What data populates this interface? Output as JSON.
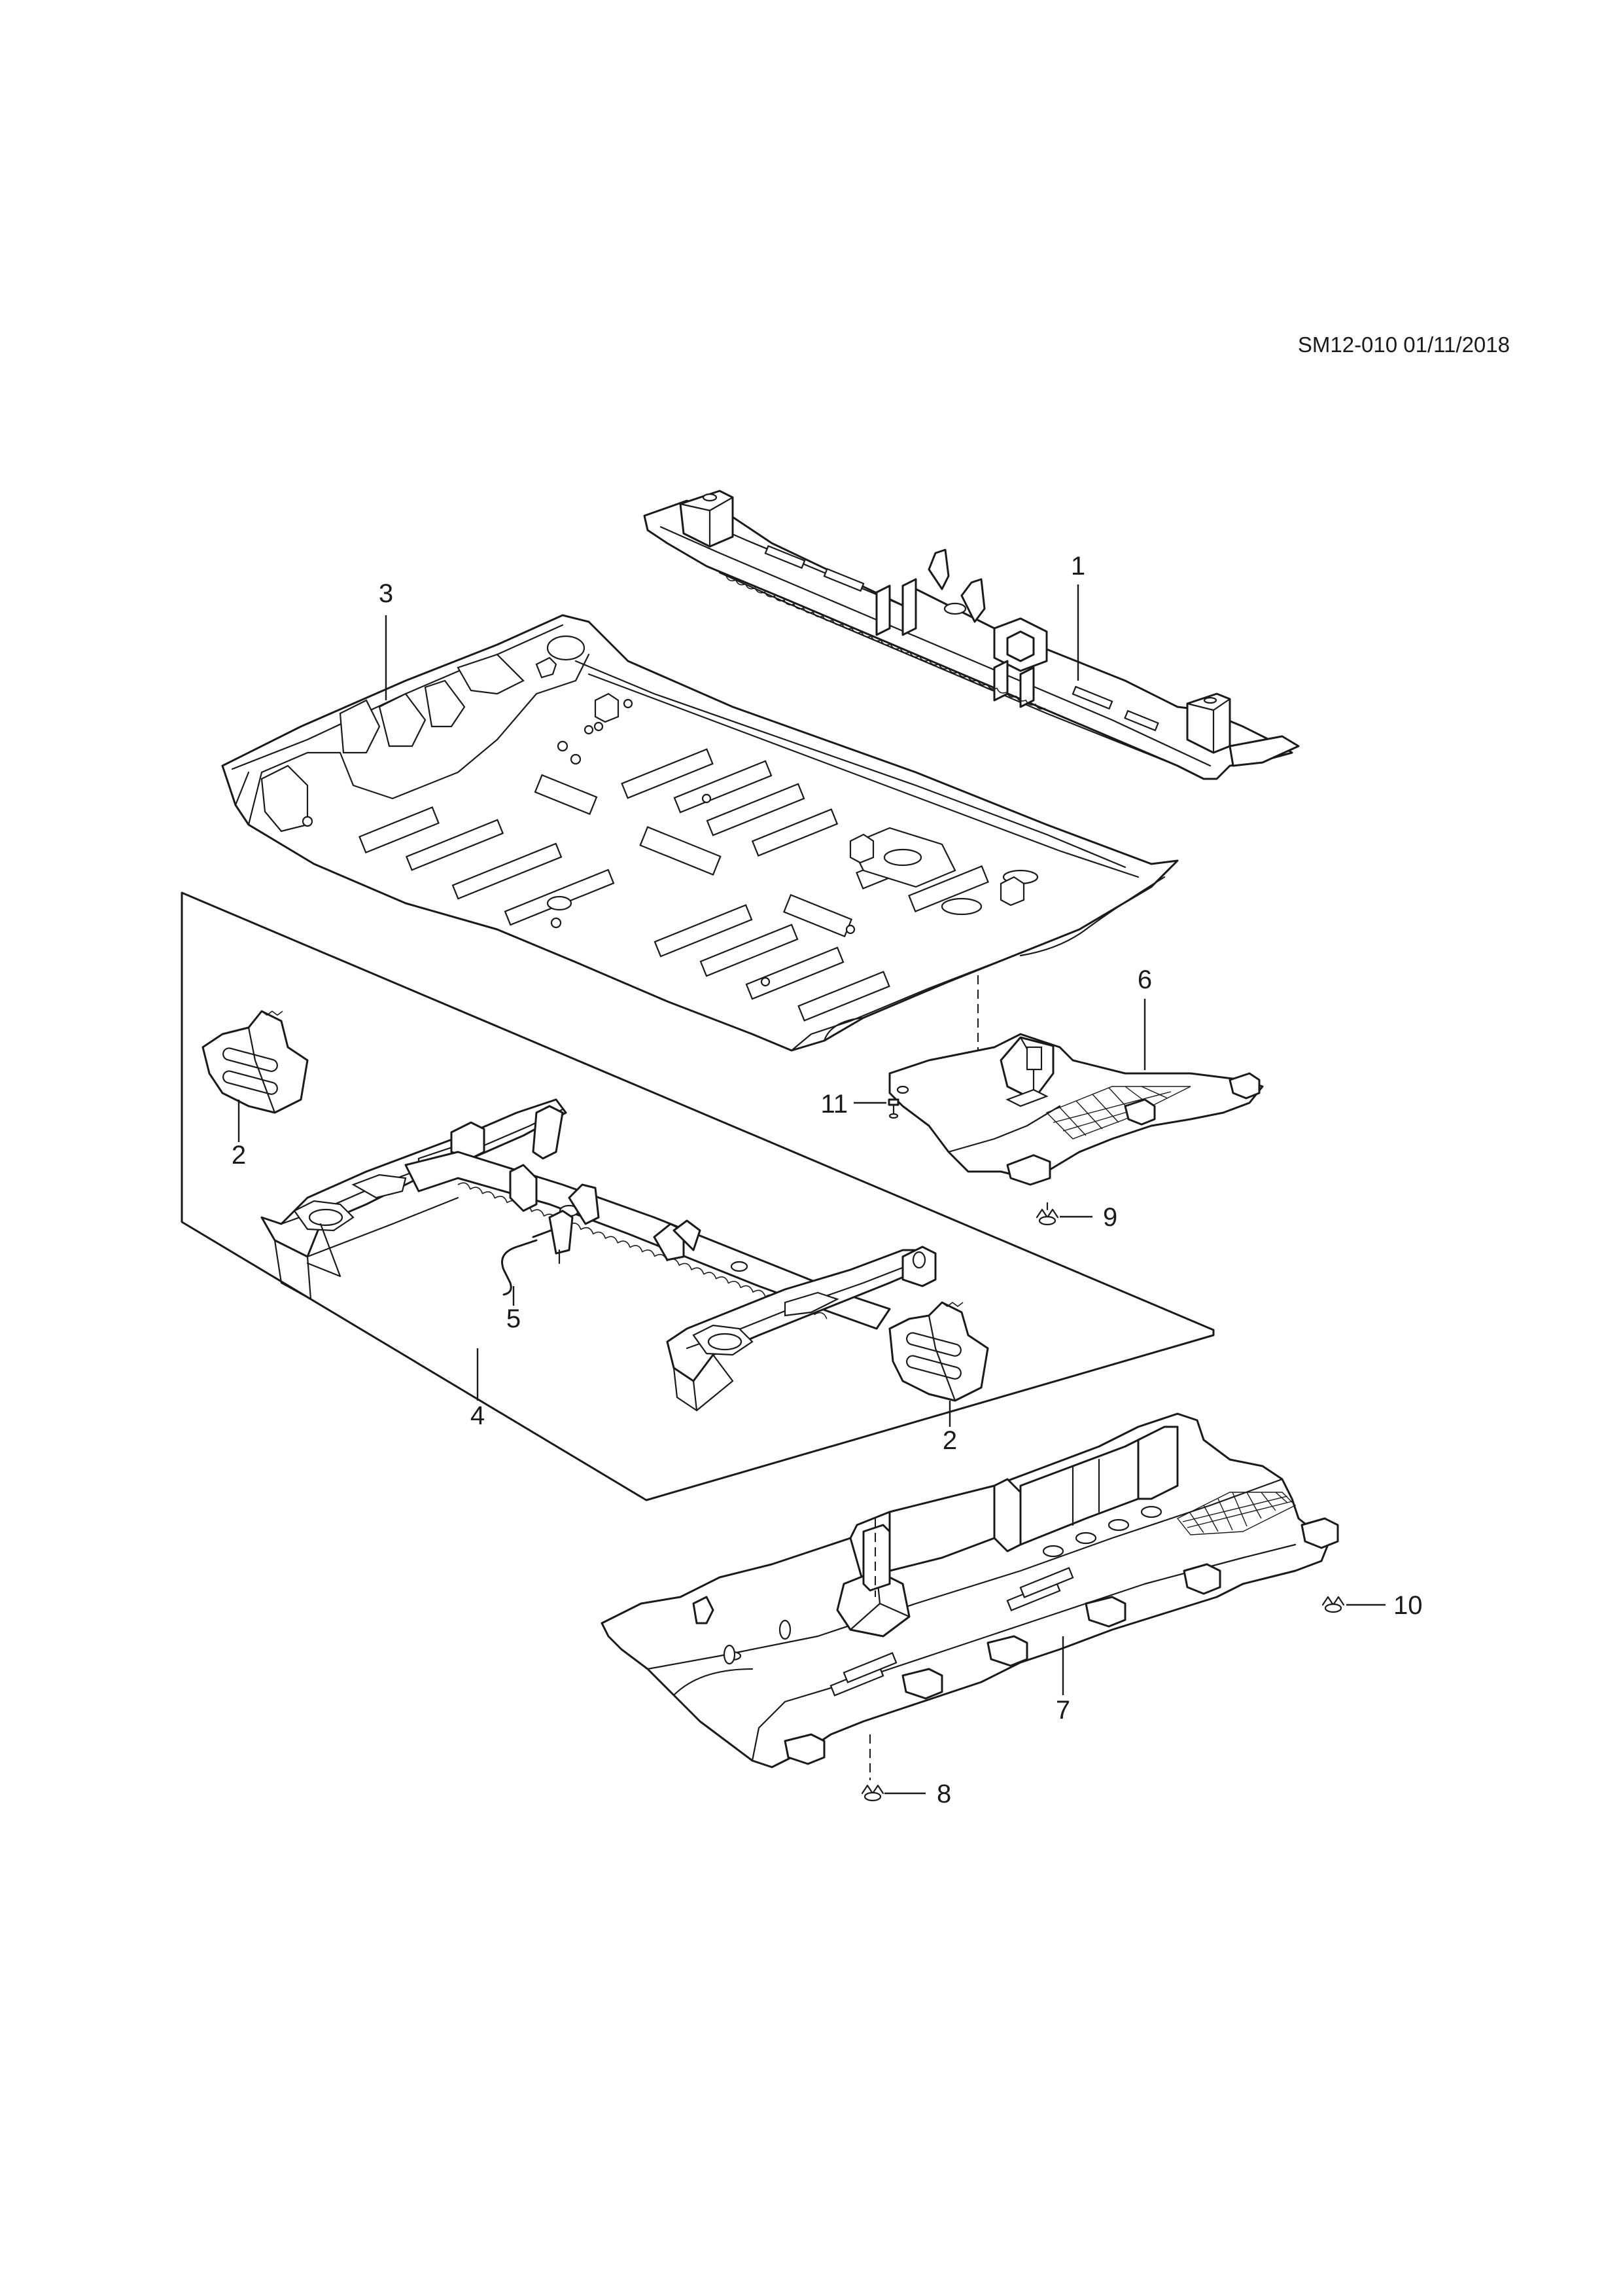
{
  "drawing_reference": "SM12-010 01/11/2018",
  "callouts": {
    "c1": "1",
    "c2a": "2",
    "c2b": "2",
    "c3": "3",
    "c4": "4",
    "c5": "5",
    "c6": "6",
    "c7": "7",
    "c8": "8",
    "c9": "9",
    "c10": "10",
    "c11": "11"
  }
}
